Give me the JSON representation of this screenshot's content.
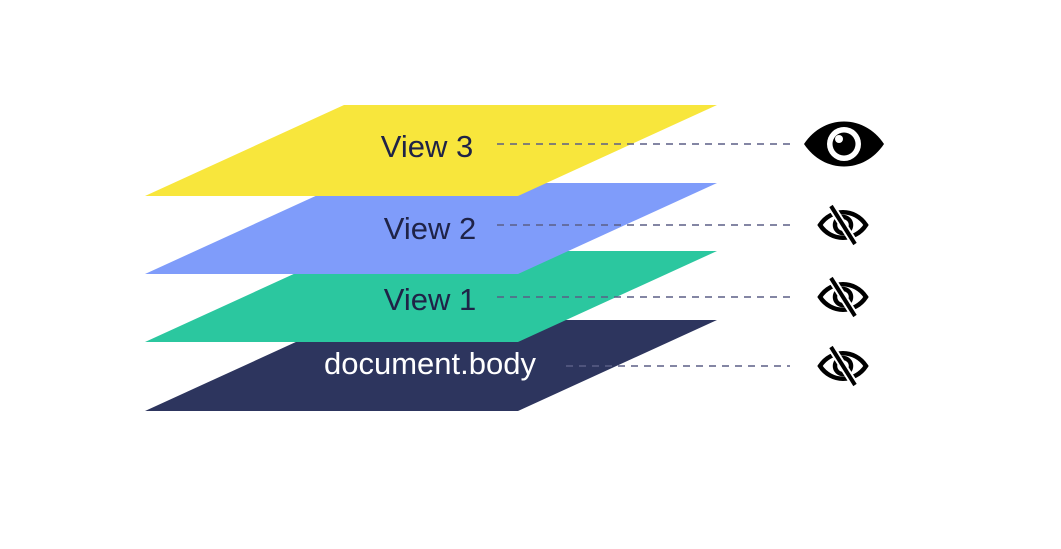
{
  "colors": {
    "view3": "#f8e63c",
    "view2": "#7f9cfa",
    "view1": "#2bc79f",
    "body": "#2d355e",
    "dark_text": "#1f2347",
    "light_text": "#ffffff",
    "icon": "#000000"
  },
  "layers": [
    {
      "label": "View 3",
      "visibility_icon": "eye-visible-icon"
    },
    {
      "label": "View 2",
      "visibility_icon": "eye-hidden-icon"
    },
    {
      "label": "View 1",
      "visibility_icon": "eye-hidden-icon"
    },
    {
      "label": "document.body",
      "visibility_icon": "eye-hidden-icon"
    }
  ]
}
